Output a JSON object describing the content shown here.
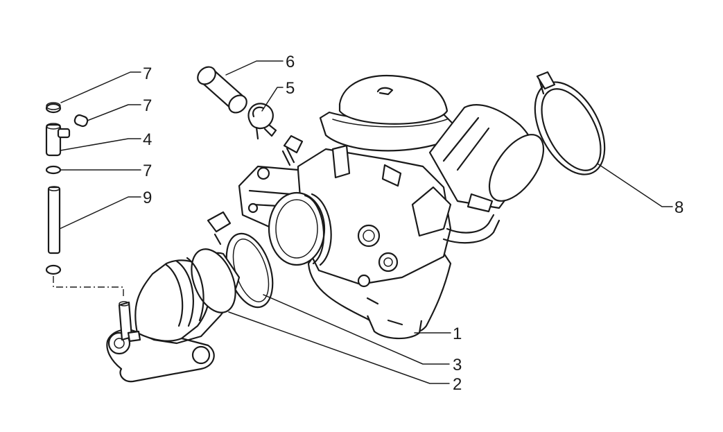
{
  "callouts": {
    "c7a": "7",
    "c7b": "7",
    "c4": "4",
    "c7c": "7",
    "c9": "9",
    "c6": "6",
    "c5": "5",
    "c8": "8",
    "c1": "1",
    "c3": "3",
    "c2": "2"
  }
}
